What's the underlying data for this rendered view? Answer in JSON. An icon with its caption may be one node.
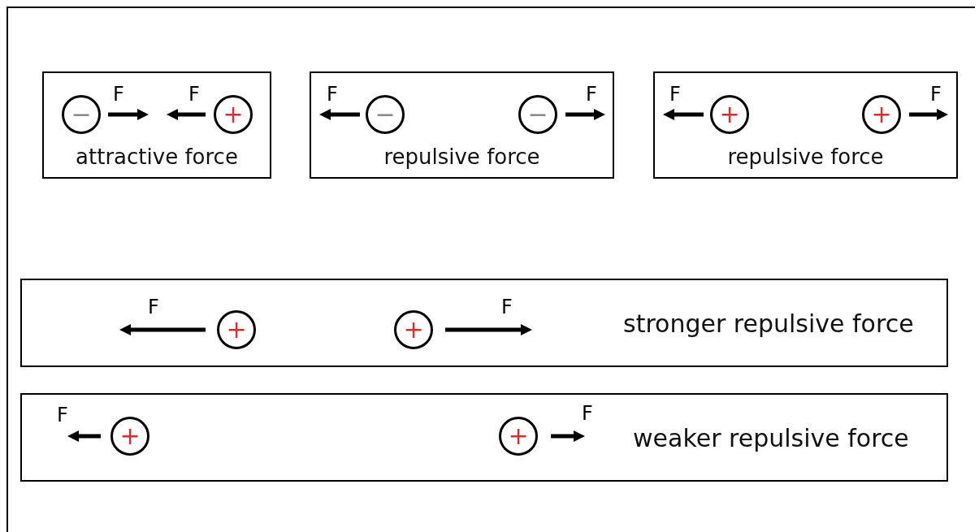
{
  "diagram": {
    "nodes": [
      {
        "text": [
          "attractive force"
        ]
      },
      {
        "text": [
          "−"
        ],
        "in": 0
      },
      {
        "text": [
          "+"
        ],
        "in": 0
      },
      {
        "text": [
          "repulsive force"
        ]
      },
      {
        "text": [
          "−"
        ],
        "in": 3
      },
      {
        "text": [
          "−"
        ],
        "in": 3
      },
      {
        "text": [
          "repulsive force"
        ]
      },
      {
        "text": [
          "+"
        ],
        "in": 6
      },
      {
        "text": [
          "+"
        ],
        "in": 6
      },
      {
        "text": [
          "stronger repulsive force"
        ]
      },
      {
        "text": [
          "+"
        ],
        "in": 9
      },
      {
        "text": [
          "+"
        ],
        "in": 9
      },
      {
        "text": [
          "weaker repulsive force"
        ]
      },
      {
        "text": [
          "+"
        ],
        "in": 12
      },
      {
        "text": [
          "+"
        ],
        "in": 12
      }
    ],
    "edges": [],
    "labels": [
      "F",
      "F",
      "F",
      "F",
      "F",
      "F",
      "F",
      "F",
      "F",
      "F"
    ]
  }
}
